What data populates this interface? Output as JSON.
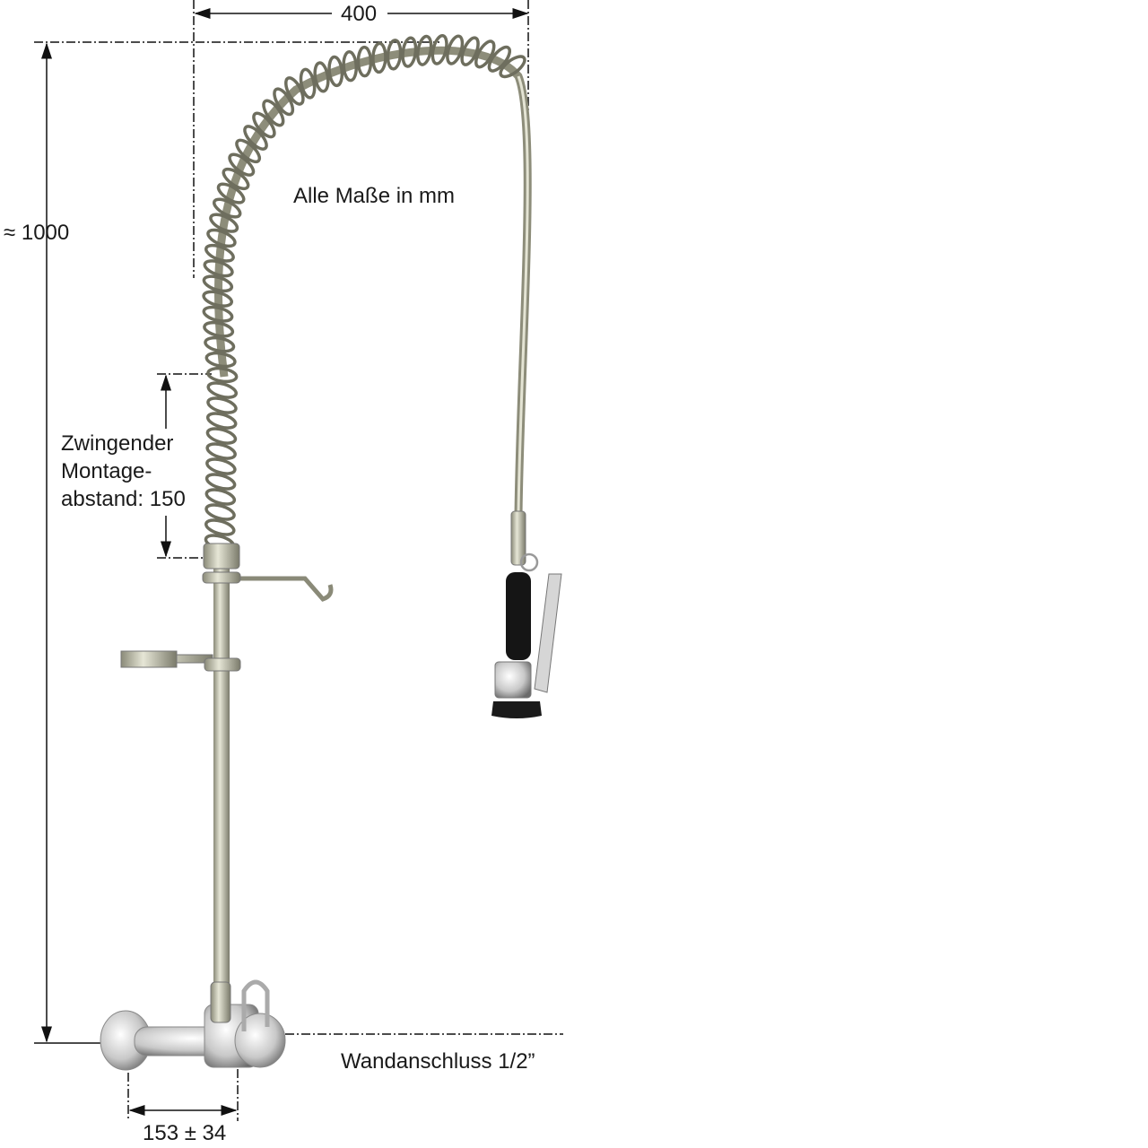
{
  "dimensions": {
    "width_label": "400",
    "height_label": "≈ 1000",
    "spacing_label": "153 ± 34"
  },
  "notes": {
    "units": "Alle Maße in mm",
    "mounting_line1": "Zwingender",
    "mounting_line2": "Montage-",
    "mounting_line3": "abstand: 150",
    "wall_connection": "Wandanschluss 1/2”"
  },
  "colors": {
    "metal": "#c9c9b4",
    "metal_dark": "#6e6e5e",
    "chrome": "#d8d8d8",
    "grip": "#151515",
    "dim_line": "#111111"
  }
}
